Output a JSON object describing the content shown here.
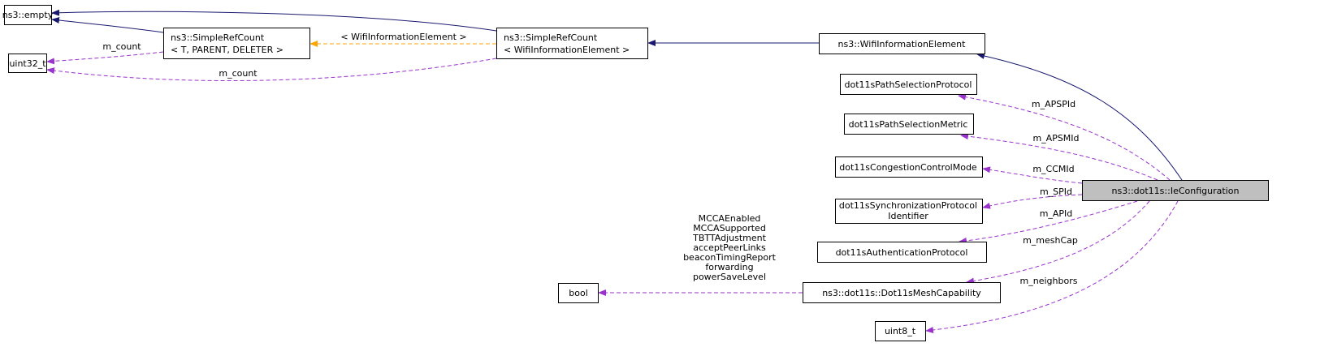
{
  "nodes": {
    "empty": "ns3::empty",
    "uint32": "uint32_t",
    "src_tpl_1": "ns3::SimpleRefCount",
    "src_tpl_2": "< T, PARENT, DELETER >",
    "src_wie_1": "ns3::SimpleRefCount",
    "src_wie_2": "< WifiInformationElement >",
    "wie": "ns3::WifiInformationElement",
    "psp": "dot11sPathSelectionProtocol",
    "psm": "dot11sPathSelectionMetric",
    "ccm": "dot11sCongestionControlMode",
    "sync_1": "dot11sSynchronizationProtocol",
    "sync_2": "Identifier",
    "auth": "dot11sAuthenticationProtocol",
    "meshcap": "ns3::dot11s::Dot11sMeshCapability",
    "bool": "bool",
    "uint8": "uint8_t",
    "ieconf": "ns3::dot11s::IeConfiguration"
  },
  "edge_labels": {
    "template_arg": "< WifiInformationElement >",
    "m_count_1": "m_count",
    "m_count_2": "m_count",
    "m_APSPId": "m_APSPId",
    "m_APSMId": "m_APSMId",
    "m_CCMId": "m_CCMId",
    "m_SPId": "m_SPId",
    "m_APId": "m_APId",
    "m_meshCap": "m_meshCap",
    "m_neighbors": "m_neighbors",
    "bool_fields": [
      "MCCAEnabled",
      "MCCASupported",
      "TBTTAdjustment",
      "acceptPeerLinks",
      "beaconTimingReport",
      "forwarding",
      "powerSaveLevel"
    ]
  },
  "colors": {
    "inheritance": "#191970",
    "usage": "#9a32cd",
    "template": "#ffa500",
    "focus_fill": "#bfbfbf"
  }
}
